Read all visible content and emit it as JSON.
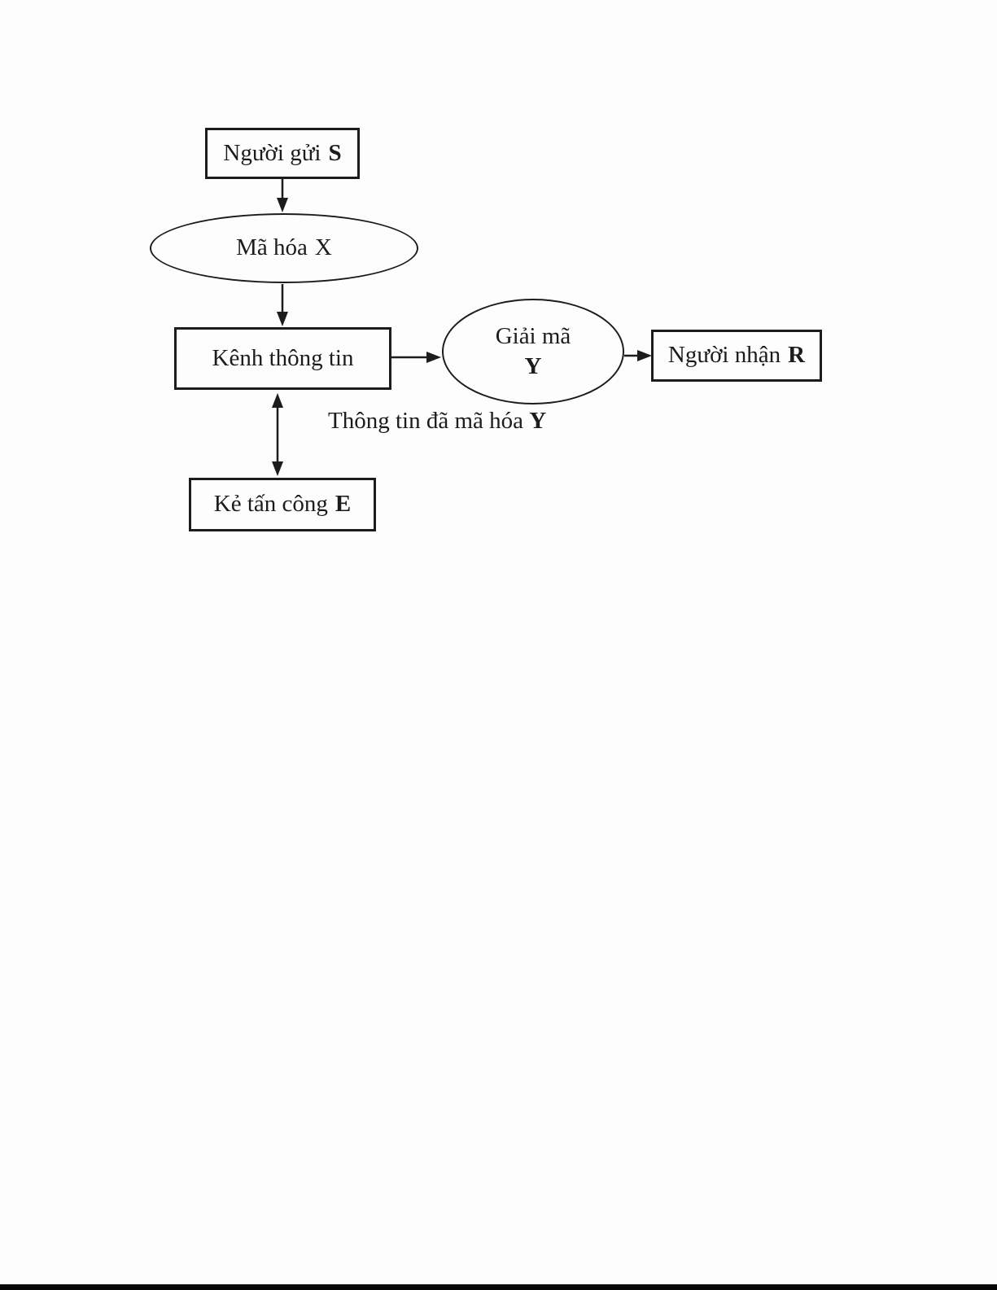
{
  "page": {
    "background": "#fdfdfd",
    "ink": "#1c1c1c",
    "footer_bar_color": "#070707"
  },
  "diagram": {
    "title": "",
    "nodes": {
      "sender": {
        "shape": "rectangle",
        "label": "Người gửi",
        "symbol": "S",
        "symbol_bold": true
      },
      "encoder": {
        "shape": "ellipse",
        "label": "Mã hóa",
        "symbol": "X",
        "symbol_bold": false
      },
      "channel": {
        "shape": "rectangle",
        "label": "Kênh thông tin",
        "symbol": "",
        "symbol_bold": false
      },
      "decoder": {
        "shape": "ellipse",
        "label": "Giải mã",
        "symbol": "Y",
        "symbol_bold": true
      },
      "receiver": {
        "shape": "rectangle",
        "label": "Người nhận",
        "symbol": "R",
        "symbol_bold": true
      },
      "attacker": {
        "shape": "rectangle",
        "label": "Kẻ tấn công",
        "symbol": "E",
        "symbol_bold": true
      }
    },
    "edge_label": {
      "text": "Thông tin đã mã hóa",
      "symbol": "Y"
    },
    "edges": [
      {
        "from": "sender",
        "to": "encoder",
        "direction": "down"
      },
      {
        "from": "encoder",
        "to": "channel",
        "direction": "down"
      },
      {
        "from": "channel",
        "to": "decoder",
        "direction": "right"
      },
      {
        "from": "decoder",
        "to": "receiver",
        "direction": "right"
      },
      {
        "from": "channel",
        "to": "attacker",
        "direction": "both"
      }
    ]
  }
}
